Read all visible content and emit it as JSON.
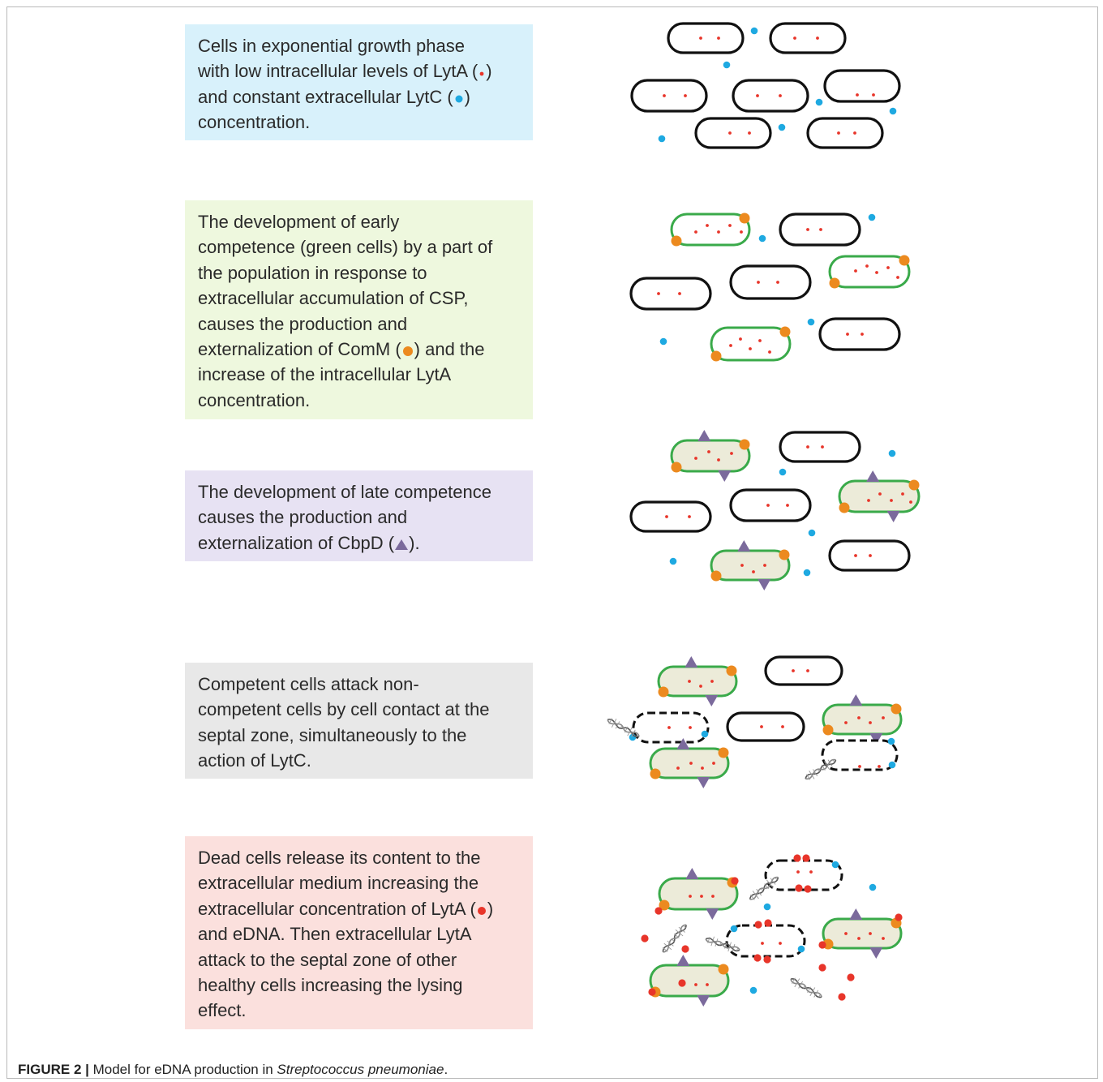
{
  "panels": [
    {
      "lines": [
        "Cells in exponential growth phase",
        "with low intracellular levels of LytA (",
        ")",
        "and constant extracellular LytC (",
        ")",
        "concentration."
      ]
    },
    {
      "lines": [
        "The development of early",
        "competence (green cells) by a part of",
        "the population in response to",
        "extracellular accumulation of CSP,",
        "causes the production and",
        "externalization of ComM (",
        ") and the",
        "increase of the  intracellular LytA",
        "concentration."
      ]
    },
    {
      "lines": [
        "The development of late competence",
        "causes the production and",
        "externalization of CbpD (",
        ")."
      ]
    },
    {
      "lines": [
        "Competent cells attack non-",
        "competent cells by cell contact at the",
        "septal zone, simultaneously to the",
        "action of LytC."
      ]
    },
    {
      "lines": [
        "Dead cells release its content to the",
        "extracellular medium increasing the",
        "extracellular concentration of LytA (",
        ")",
        "and eDNA. Then extracellular LytA",
        "attack to the septal zone of other",
        "healthy cells increasing the lysing",
        "effect."
      ]
    }
  ],
  "caption": {
    "label": "FIGURE 2 |",
    "text": " Model for eDNA production in ",
    "species": "Streptococcus pneumoniae",
    "end": "."
  },
  "colors": {
    "lytA": "#e8352a",
    "lytC": "#1ea9e1",
    "comM": "#ec8a1f",
    "cbpD": "#7b6a9c",
    "competent_outline": "#3aaa4a",
    "competent_fill": "#ecebd9"
  }
}
